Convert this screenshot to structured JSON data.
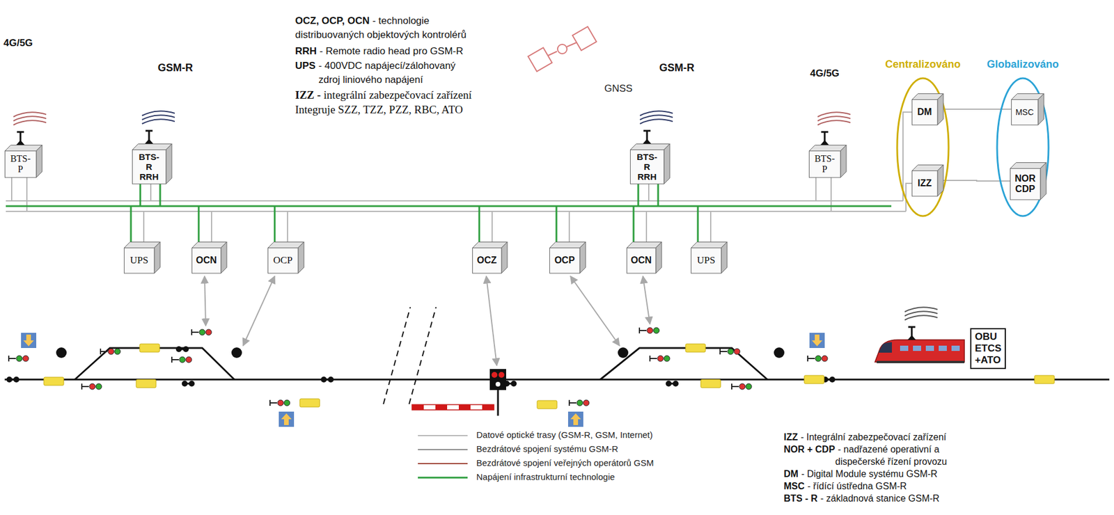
{
  "diagram": {
    "nodes": [
      {
        "text": [
          "BTS-P"
        ]
      },
      {
        "text": [
          "BTS-R RRH"
        ]
      },
      {
        "text": [
          "BTS-R RRH"
        ]
      },
      {
        "text": [
          "BTS-P"
        ]
      },
      {
        "text": [
          "Centralizováno"
        ]
      },
      {
        "text": [
          "DM"
        ],
        "in": 4
      },
      {
        "text": [
          "IZZ"
        ],
        "in": 4
      },
      {
        "text": [
          "Globalizováno"
        ]
      },
      {
        "text": [
          "MSC"
        ],
        "in": 7
      },
      {
        "text": [
          "NOR CDP"
        ],
        "in": 7
      },
      {
        "text": [
          "UPS"
        ]
      },
      {
        "text": [
          "OCN"
        ]
      },
      {
        "text": [
          "OCP"
        ]
      },
      {
        "text": [
          "OCZ"
        ]
      },
      {
        "text": [
          "OCP"
        ]
      },
      {
        "text": [
          "OCN"
        ]
      },
      {
        "text": [
          "UPS"
        ]
      },
      {
        "text": [
          "OBU ETCS +ATO"
        ]
      }
    ],
    "edges": [
      {
        "from": 5,
        "to": 8,
        "arrow": "none"
      },
      {
        "from": 6,
        "to": 9,
        "arrow": "none"
      }
    ],
    "labels": [
      "4G/5G",
      "GSM-R",
      "OCZ, OCP, OCN",
      "- technologie",
      "distribuovaných objektových kontrolérů",
      "RRH",
      "- Remote radio head pro GSM-R",
      "UPS",
      "- 400VDC napájecí/zálohovaný",
      "zdroj liniového napájení",
      "IZZ -",
      "integrální zabezpečovací zařízení",
      "Integruje SZZ, TZZ, PZZ, RBC, ATO",
      "GNSS",
      "GSM-R",
      "4G/5G",
      "IZZ",
      "- Integrální zabezpečovací zařízení",
      "NOR + CDP",
      "- nadřazené operativní a",
      "dispečerské řízení provozu",
      "DM",
      "- Digital Module systému GSM-R",
      "MSC",
      "- řídící ústředna GSM-R",
      "BTS - R",
      "- základnová stanice GSM-R"
    ],
    "legend": [
      {
        "text": "Datové optické trasy (GSM-R, GSM, Internet)"
      },
      {
        "text": "Bezdrátové spojení systému GSM-R"
      },
      {
        "text": "Bezdrátové spojení veřejných operátorů GSM"
      },
      {
        "text": "Napájení infrastrukturní technologie"
      }
    ]
  }
}
